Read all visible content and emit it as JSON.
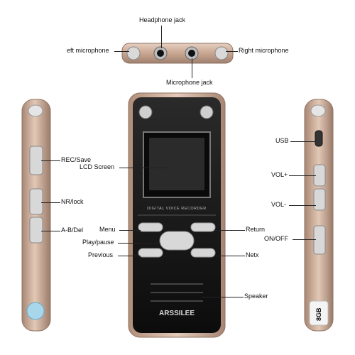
{
  "device": {
    "screen_panel_text": "DIGITAL VOICE RECORDER",
    "brand": "ARSSILEE",
    "storage_badge": "8GB"
  },
  "callouts": {
    "headphone_jack": "Headphone jack",
    "left_microphone": "eft microphone",
    "right_microphone": "Right microphone",
    "microphone_jack": "Microphone jack",
    "rec_save": "REC/Save",
    "lcd_screen": "LCD Screen",
    "nr_lock": "NR/lock",
    "ab_del": "A-B/Del",
    "menu": "Menu",
    "play_pause": "Play/pause",
    "previous": "Previous",
    "return": "Return",
    "next": "Netx",
    "speaker": "Speaker",
    "usb": "USB",
    "vol_plus": "VOL+",
    "vol_minus": "VOL-",
    "on_off": "ON/OFF"
  },
  "colors": {
    "body_gold": "#c9a78f",
    "body_dark": "#141414",
    "button_silver": "#d8d8d8"
  }
}
